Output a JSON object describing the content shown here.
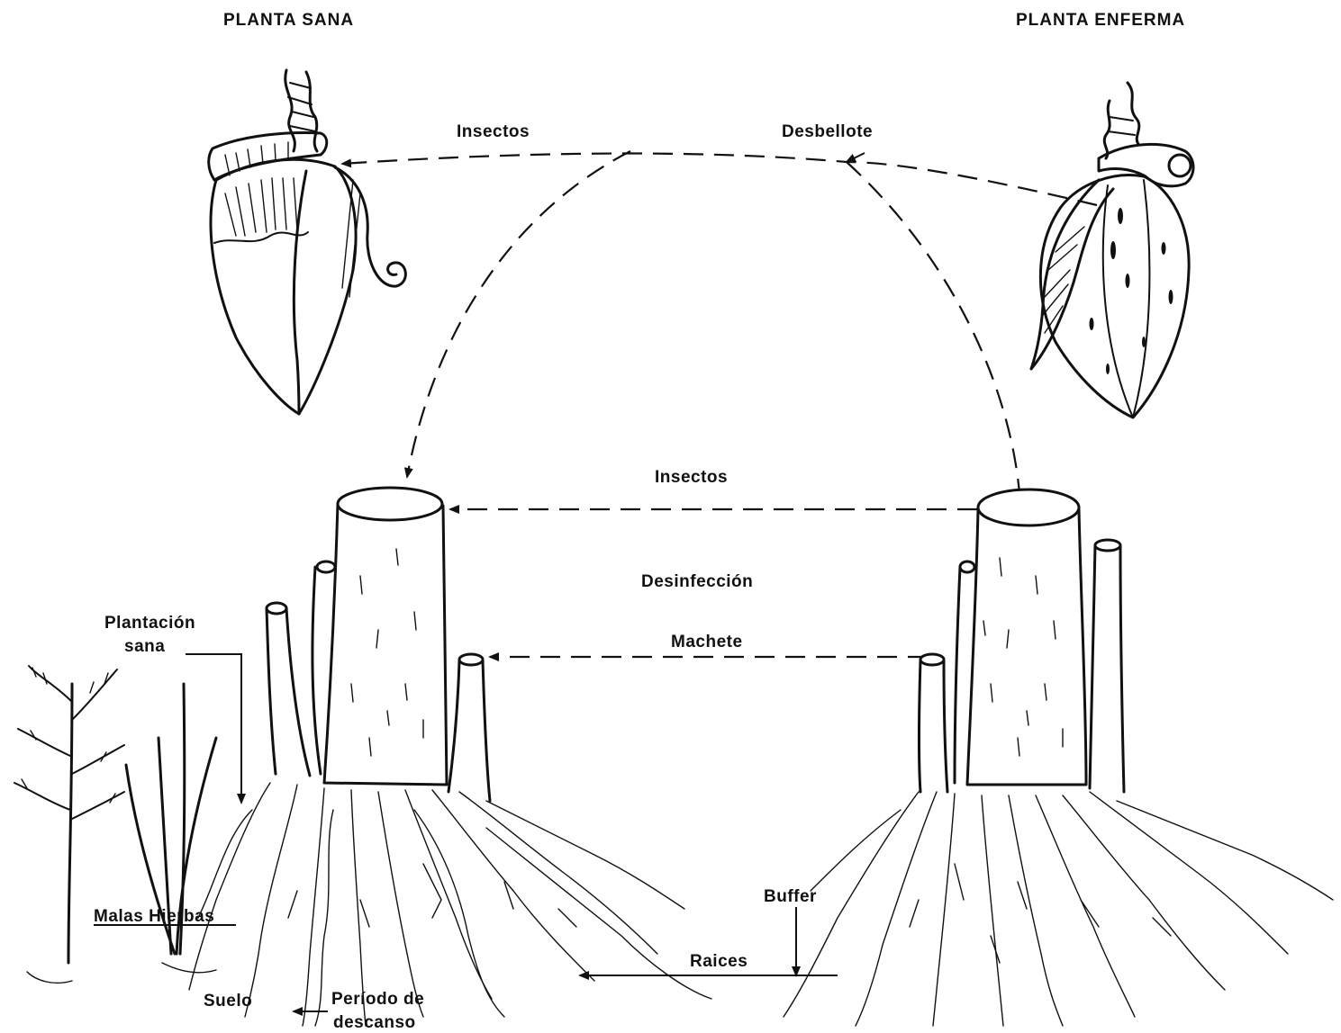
{
  "titles": {
    "healthy": "PLANTA SANA",
    "diseased": "PLANTA ENFERMA"
  },
  "labels": {
    "insectos_top": "Insectos",
    "desbellote": "Desbellote",
    "insectos_mid": "Insectos",
    "desinfeccion": "Desinfección",
    "machete": "Machete",
    "plantacion_line1": "Plantación",
    "plantacion_line2": "sana",
    "malas_hierbas": "Malas Hierbas",
    "suelo": "Suelo",
    "periodo_line1": "Período de",
    "periodo_line2": "descanso",
    "buffer": "Buffer",
    "raices": "Raices"
  }
}
